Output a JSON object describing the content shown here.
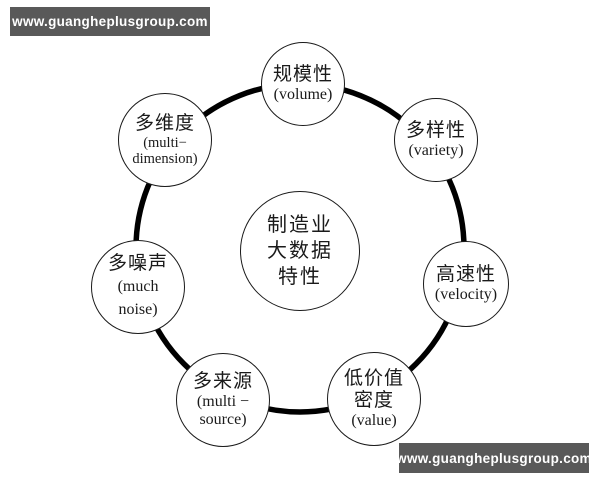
{
  "watermarks": {
    "top_left": "www.guangheplusgroup.com",
    "bottom_right": "www.guangheplusgroup.com"
  },
  "colors": {
    "background": "#ffffff",
    "ring": "#000000",
    "circle_border": "#1a1a1a",
    "banner_bg": "#595959",
    "banner_text": "#ffffff"
  },
  "diagram": {
    "center": {
      "lines": [
        "制造业",
        "大数据",
        "特性"
      ]
    },
    "nodes": [
      {
        "id": "volume",
        "lines": [
          "规模性",
          "(volume)"
        ]
      },
      {
        "id": "variety",
        "lines": [
          "多样性",
          "(variety)"
        ]
      },
      {
        "id": "velocity",
        "lines": [
          "高速性",
          "(velocity)"
        ]
      },
      {
        "id": "value",
        "lines": [
          "低价值",
          "密度",
          "(value)"
        ]
      },
      {
        "id": "multi-source",
        "lines": [
          "多来源",
          "(multi −",
          "source)"
        ]
      },
      {
        "id": "much-noise",
        "lines": [
          "多噪声",
          "(much",
          "noise)"
        ]
      },
      {
        "id": "multi-dimension",
        "lines": [
          "多维度",
          "(multi−",
          "dimension)"
        ]
      }
    ]
  }
}
